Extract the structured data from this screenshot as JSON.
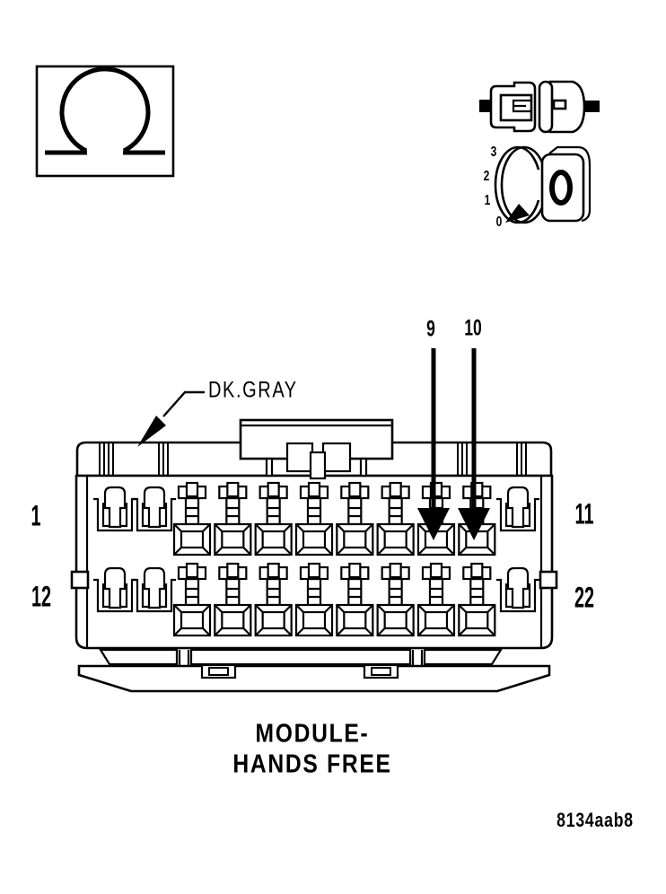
{
  "colors": {
    "ink": "#000000",
    "paper": "#ffffff"
  },
  "test_icons": {
    "ohmmeter_symbol": "ohm",
    "ignition_dial": {
      "positions": [
        "3",
        "2",
        "1",
        "0"
      ]
    }
  },
  "wire_color_callout": "DK.GRAY",
  "pin_callout": {
    "labels": [
      "9",
      "10"
    ]
  },
  "connector": {
    "rows": [
      {
        "left_label": "1",
        "right_label": "11",
        "terminals": [
          "small",
          "small",
          "large",
          "large",
          "large",
          "large",
          "large",
          "large",
          "large",
          "large",
          "small"
        ]
      },
      {
        "left_label": "12",
        "right_label": "22",
        "terminals": [
          "small",
          "small",
          "large",
          "large",
          "large",
          "large",
          "large",
          "large",
          "large",
          "large",
          "small"
        ]
      }
    ]
  },
  "caption": {
    "line1": "MODULE-",
    "line2": "HANDS FREE"
  },
  "figure_code": "8134aab8"
}
